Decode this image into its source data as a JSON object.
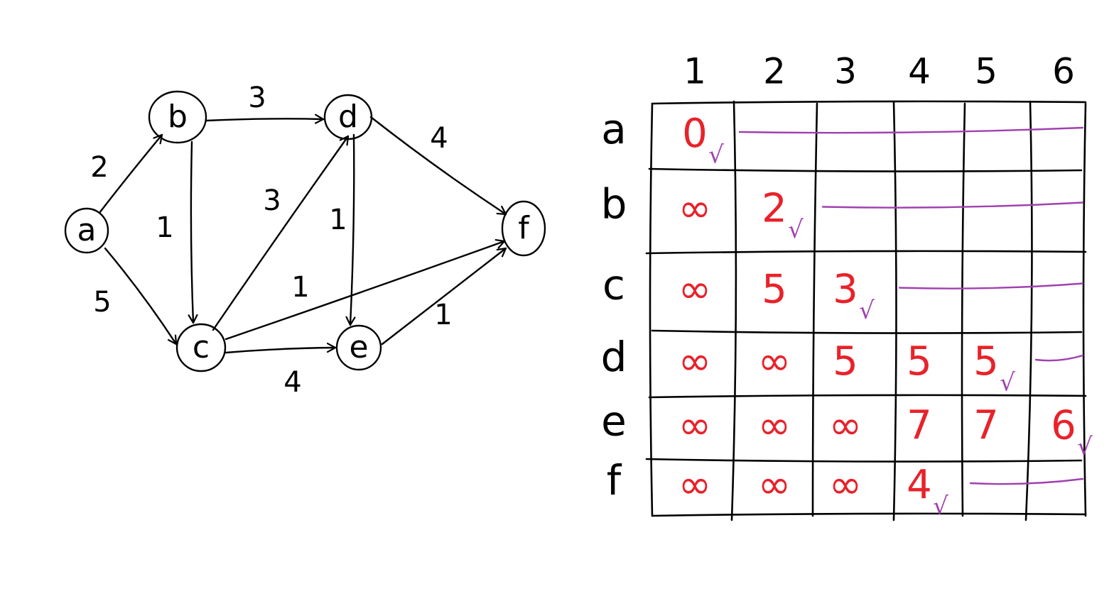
{
  "colors": {
    "ink": "#000000",
    "value": "#e8222a",
    "mark": "#a040b0"
  },
  "graph": {
    "nodes": [
      {
        "id": "a",
        "label": "a"
      },
      {
        "id": "b",
        "label": "b"
      },
      {
        "id": "c",
        "label": "c"
      },
      {
        "id": "d",
        "label": "d"
      },
      {
        "id": "e",
        "label": "e"
      },
      {
        "id": "f",
        "label": "f"
      }
    ],
    "edges": [
      {
        "from": "a",
        "to": "b",
        "weight": "2"
      },
      {
        "from": "a",
        "to": "c",
        "weight": "5"
      },
      {
        "from": "b",
        "to": "c",
        "weight": "1"
      },
      {
        "from": "b",
        "to": "d",
        "weight": "3"
      },
      {
        "from": "c",
        "to": "d",
        "weight": "3"
      },
      {
        "from": "c",
        "to": "e",
        "weight": "4"
      },
      {
        "from": "c",
        "to": "f",
        "weight": "1"
      },
      {
        "from": "d",
        "to": "e",
        "weight": "1"
      },
      {
        "from": "d",
        "to": "f",
        "weight": "4"
      },
      {
        "from": "e",
        "to": "f",
        "weight": "1"
      }
    ]
  },
  "table": {
    "columns": [
      "1",
      "2",
      "3",
      "4",
      "5",
      "6"
    ],
    "rows": [
      {
        "label": "a",
        "cells": [
          "0",
          "",
          "",
          "",
          "",
          ""
        ],
        "checked_col": 0,
        "strike_from": 1
      },
      {
        "label": "b",
        "cells": [
          "∞",
          "2",
          "",
          "",
          "",
          ""
        ],
        "checked_col": 1,
        "strike_from": 2
      },
      {
        "label": "c",
        "cells": [
          "∞",
          "5",
          "3",
          "",
          "",
          ""
        ],
        "checked_col": 2,
        "strike_from": 3
      },
      {
        "label": "d",
        "cells": [
          "∞",
          "∞",
          "5",
          "5",
          "5",
          ""
        ],
        "checked_col": 4,
        "strike_from": 5
      },
      {
        "label": "e",
        "cells": [
          "∞",
          "∞",
          "∞",
          "7",
          "7",
          "6"
        ],
        "checked_col": 5,
        "strike_from": null
      },
      {
        "label": "f",
        "cells": [
          "∞",
          "∞",
          "∞",
          "4",
          "",
          ""
        ],
        "checked_col": 3,
        "strike_from": 4
      }
    ],
    "check_mark": "√"
  }
}
